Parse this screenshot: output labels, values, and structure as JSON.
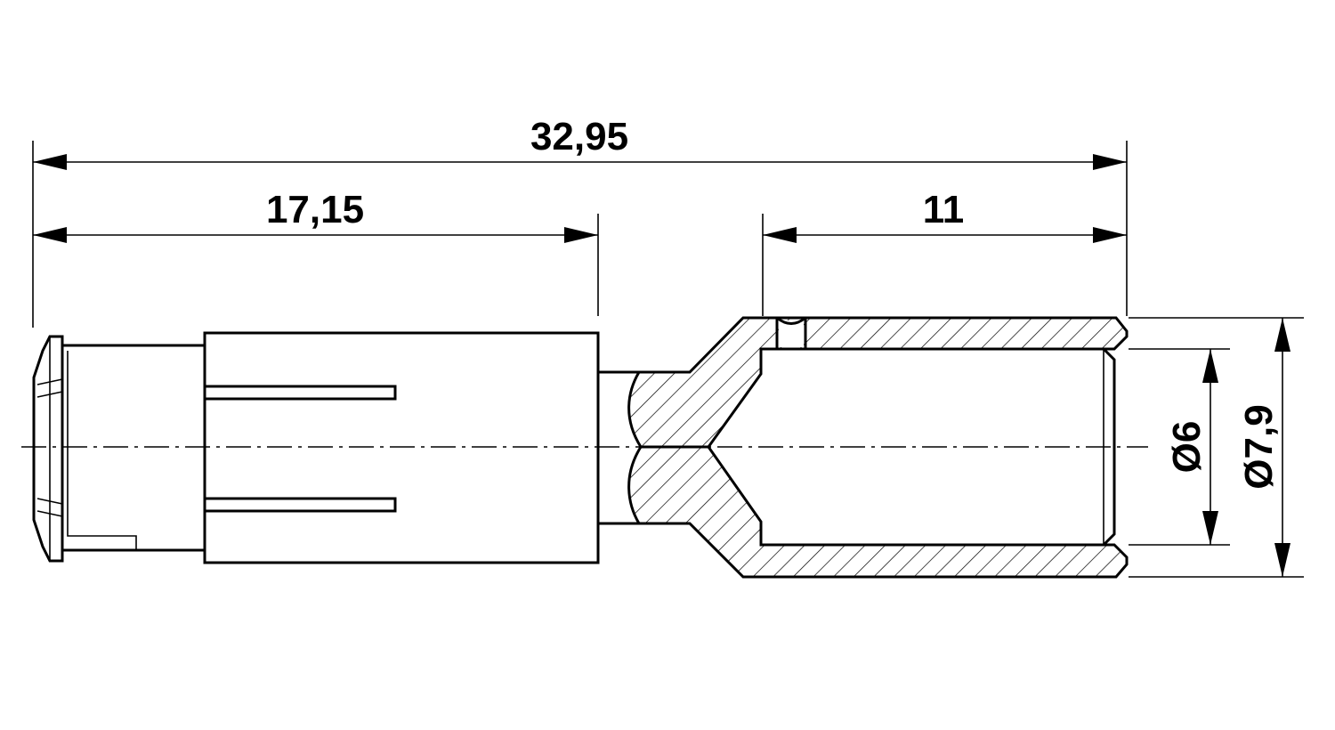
{
  "dimensions": {
    "overall_length": "32,95",
    "contact_length": "17,15",
    "crimp_length": "11",
    "inner_diameter": "Ø6",
    "outer_diameter": "Ø7,9"
  }
}
